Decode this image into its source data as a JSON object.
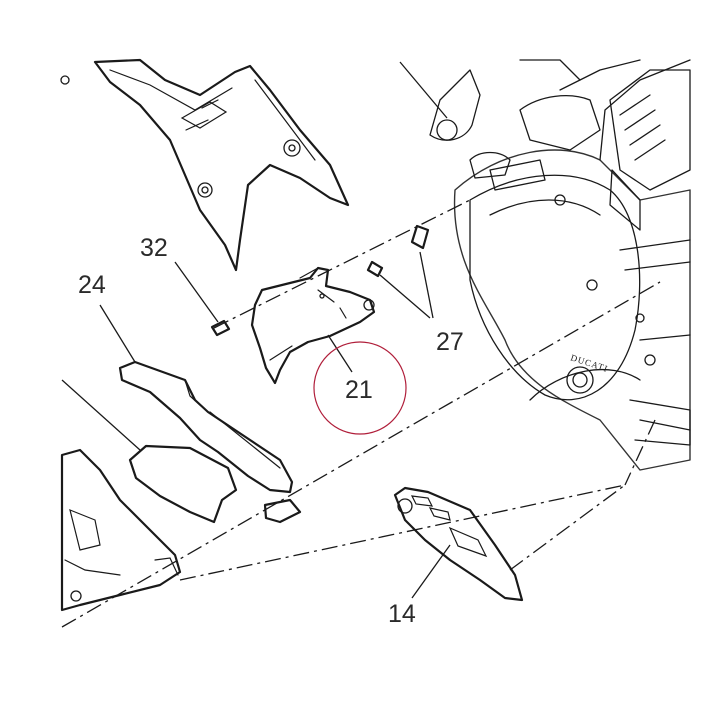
{
  "diagram": {
    "callouts": [
      {
        "id": "32",
        "label": "32"
      },
      {
        "id": "24",
        "label": "24"
      },
      {
        "id": "27",
        "label": "27"
      },
      {
        "id": "21",
        "label": "21"
      },
      {
        "id": "14",
        "label": "14"
      }
    ],
    "engine_brand": "DUCATI",
    "highlighted_part": "21",
    "colors": {
      "line": "#1a1a1a",
      "highlight": "#b01e3a",
      "background": "#ffffff"
    }
  }
}
